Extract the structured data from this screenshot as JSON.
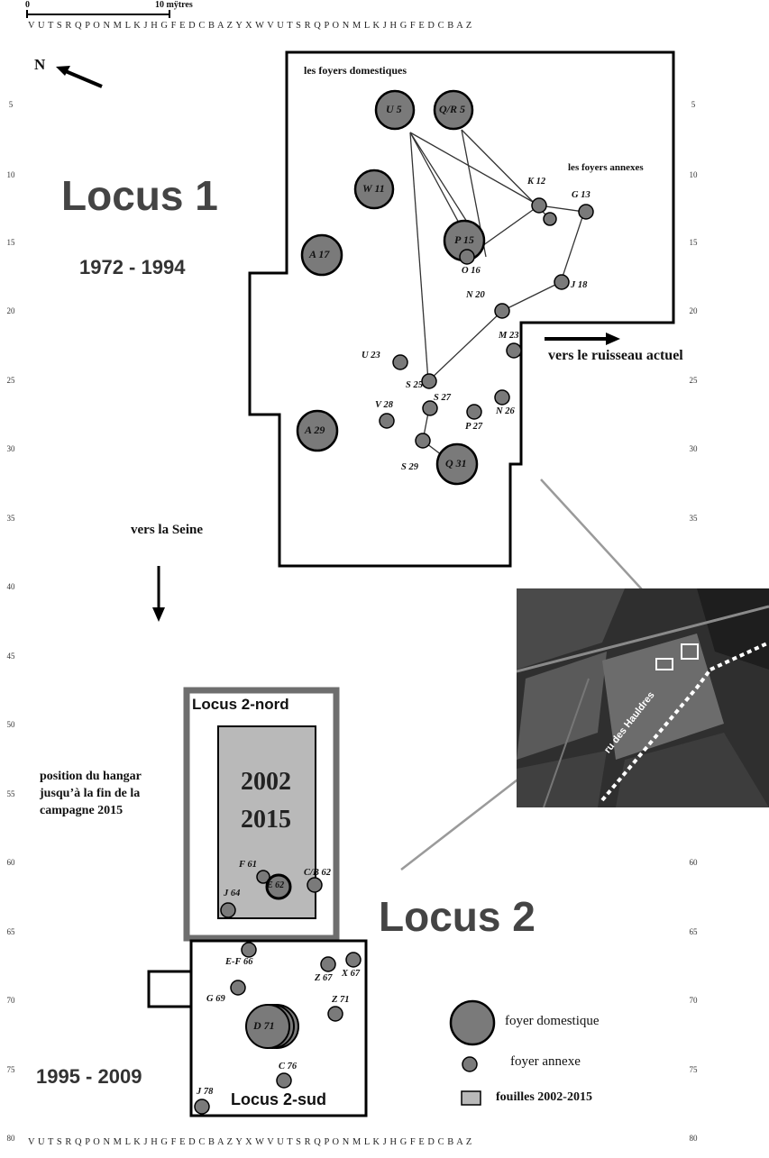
{
  "scale": {
    "zero": "0",
    "ten": "10 mÿtres"
  },
  "grid": {
    "letters": "V U T S R Q P O N M L K J H G F E D C B A Z Y X W V U T S R Q P O N M L K J H G F E D C B A Z",
    "rows": [
      "5",
      "10",
      "15",
      "20",
      "25",
      "30",
      "35",
      "40",
      "45",
      "50",
      "55",
      "60",
      "65",
      "70",
      "75",
      "80"
    ],
    "right_rows": [
      "5",
      "10",
      "15",
      "20",
      "25",
      "30",
      "35",
      "60",
      "65",
      "70",
      "75",
      "80"
    ]
  },
  "north": "N",
  "locus1": {
    "title": "Locus 1",
    "years": "1972 - 1994"
  },
  "locus2": {
    "title": "Locus 2",
    "years": "1995 - 2009",
    "nord": "Locus 2-nord",
    "sud": "Locus 2-sud",
    "excav_years_1": "2002",
    "excav_years_2": "2015"
  },
  "annotations": {
    "foyers_domestiques": "les foyers domestiques",
    "foyers_annexes": "les foyers annexes",
    "ruisseau": "vers le ruisseau actuel",
    "seine": "vers la Seine",
    "hangar_1": "position du hangar",
    "hangar_2": "jusqu’à la fin de la",
    "hangar_3": "campagne 2015",
    "ru": "ru des Hauldres"
  },
  "hearths_domestic": [
    {
      "label": "U 5"
    },
    {
      "label": "Q/R 5"
    },
    {
      "label": "W 11"
    },
    {
      "label": "P 15"
    },
    {
      "label": "A 17"
    },
    {
      "label": "A 29"
    },
    {
      "label": "Q 31"
    },
    {
      "label": "E 62"
    },
    {
      "label": "D 71"
    }
  ],
  "hearths_annex": [
    {
      "label": "K 12"
    },
    {
      "label": "G 13"
    },
    {
      "label": "O 16"
    },
    {
      "label": "J 18"
    },
    {
      "label": "N 20"
    },
    {
      "label": "M 23"
    },
    {
      "label": "U 23"
    },
    {
      "label": "S 25"
    },
    {
      "label": "S 27"
    },
    {
      "label": "V 28"
    },
    {
      "label": "P 27"
    },
    {
      "label": "N 26"
    },
    {
      "label": "S 29"
    },
    {
      "label": "F 61"
    },
    {
      "label": "C/B 62"
    },
    {
      "label": "J 64"
    },
    {
      "label": "E-F 66"
    },
    {
      "label": "Z 67"
    },
    {
      "label": "X 67"
    },
    {
      "label": "G 69"
    },
    {
      "label": "Z 71"
    },
    {
      "label": "C 76"
    },
    {
      "label": "J 78"
    }
  ],
  "legend": {
    "domestic": "foyer domestique",
    "annex": "foyer annexe",
    "fouilles": "fouilles 2002-2015"
  },
  "colors": {
    "hearth_fill": "#7a7a7a",
    "excavation_fill": "#b9b9b9",
    "locus2nord_border": "#6e6e6e"
  }
}
